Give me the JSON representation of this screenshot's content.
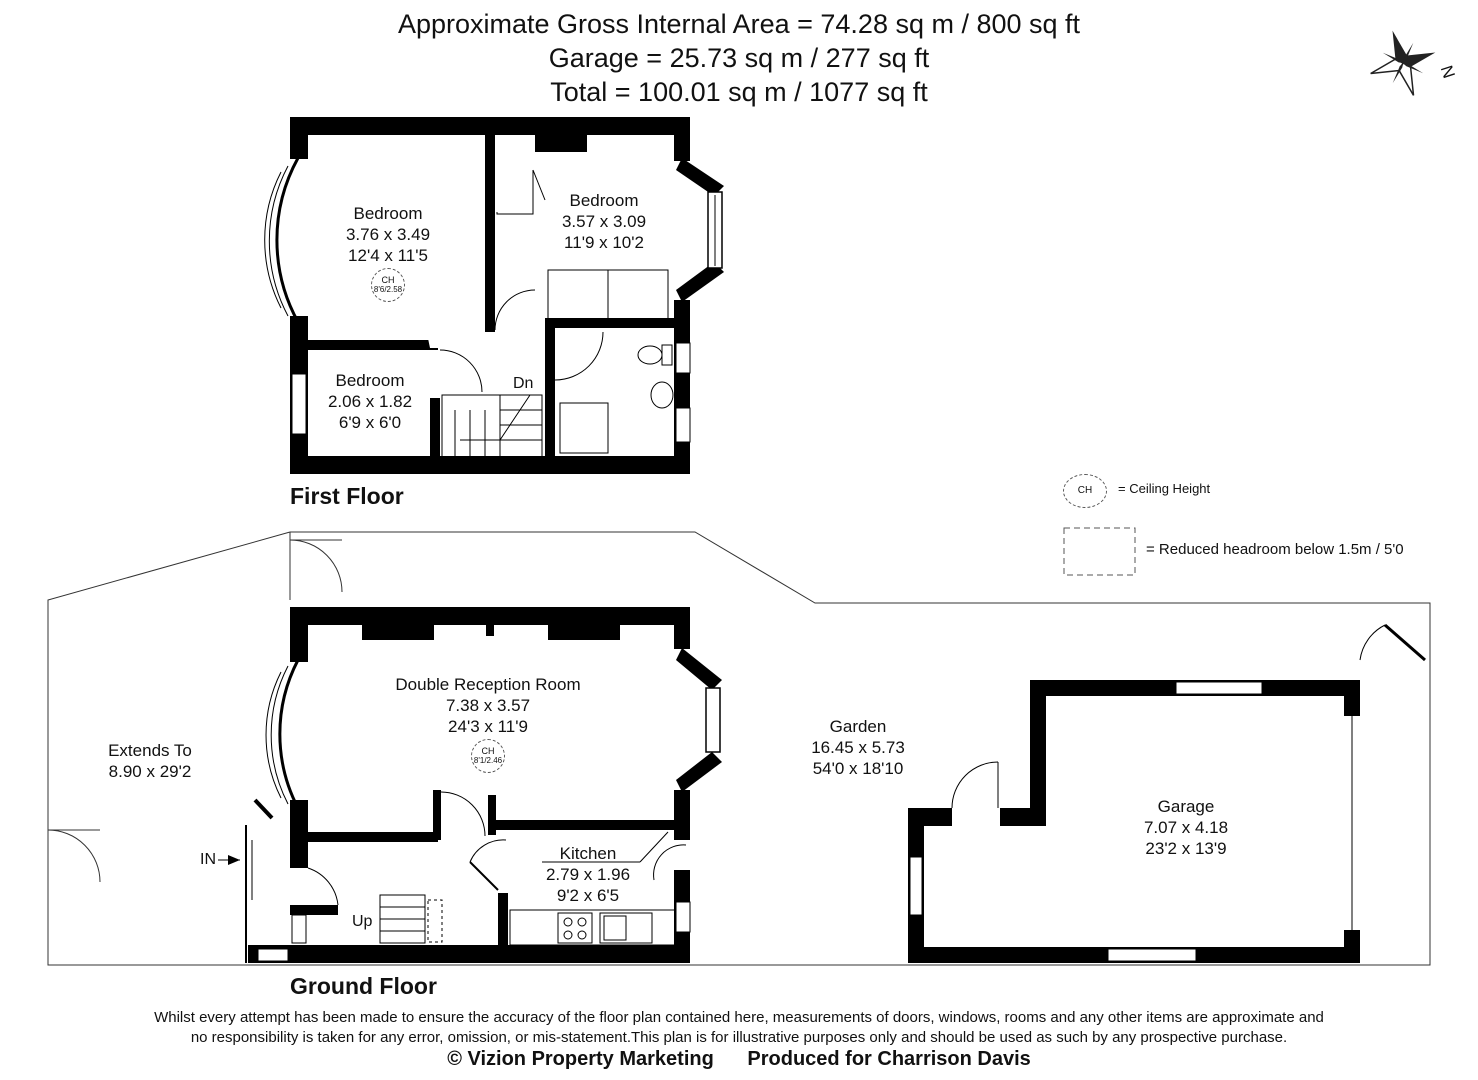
{
  "header": {
    "line1": "Approximate Gross Internal Area = 74.28 sq m / 800 sq ft",
    "line2": "Garage = 25.73 sq m / 277 sq ft",
    "line3": "Total = 100.01 sq m / 1077 sq ft"
  },
  "compass": {
    "north_label": "N"
  },
  "first_floor": {
    "label": "First Floor",
    "bedroom1": {
      "name": "Bedroom",
      "metric": "3.76 x 3.49",
      "imperial": "12'4 x 11'5",
      "ch_top": "CH",
      "ch_bottom": "8'6/2.58"
    },
    "bedroom2": {
      "name": "Bedroom",
      "metric": "3.57 x 3.09",
      "imperial": "11'9 x 10'2"
    },
    "bedroom3": {
      "name": "Bedroom",
      "metric": "2.06 x 1.82",
      "imperial": "6'9 x 6'0"
    },
    "stairs_label": "Dn"
  },
  "ground_floor": {
    "label": "Ground Floor",
    "reception": {
      "name": "Double Reception Room",
      "metric": "7.38 x 3.57",
      "imperial": "24'3 x 11'9",
      "ch_top": "CH",
      "ch_bottom": "8'1/2.46"
    },
    "kitchen": {
      "name": "Kitchen",
      "metric": "2.79 x 1.96",
      "imperial": "9'2 x 6'5"
    },
    "garden": {
      "name": "Garden",
      "metric": "16.45 x 5.73",
      "imperial": "54'0 x 18'10"
    },
    "extends": {
      "name": "Extends To",
      "metric": "8.90 x 29'2"
    },
    "garage": {
      "name": "Garage",
      "metric": "7.07 x 4.18",
      "imperial": "23'2 x 13'9"
    },
    "entrance_label": "IN",
    "stairs_label": "Up"
  },
  "legend": {
    "ch_symbol": "CH",
    "ch_text": "= Ceiling Height",
    "headroom_text": "= Reduced headroom below 1.5m / 5'0"
  },
  "footer": {
    "disclaimer_line1": "Whilst every attempt has been made to ensure the accuracy of the floor plan contained here, measurements of doors, windows, rooms and any other items are approximate and",
    "disclaimer_line2": "no responsibility is taken for any error, omission, or mis-statement.This plan is for illustrative purposes only and should be used as such by any prospective purchase.",
    "copyright": "© Vizion Property Marketing",
    "produced_for": "Produced for Charrison Davis"
  }
}
